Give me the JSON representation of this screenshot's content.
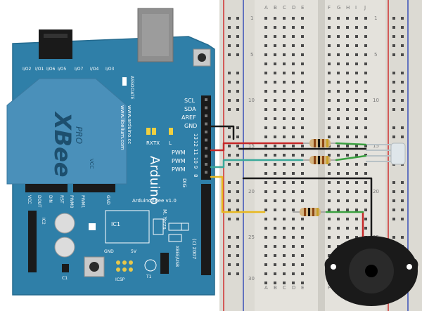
{
  "colors": {
    "board": "#2f7fa8",
    "board_edge": "#246a8e",
    "board_dark": "#1f5d80",
    "breadboard": "#e4e2dc",
    "rail_red": "#d03030",
    "rail_blue": "#3a4fb8",
    "wire_black": "#1a1a1a",
    "wire_red": "#c62828",
    "wire_teal": "#3aa89a",
    "wire_yellow": "#e8b820",
    "wire_green": "#3aa040",
    "led_gray": "#b8c2c6"
  },
  "breadboard": {
    "columns_left": [
      "A",
      "B",
      "C",
      "D",
      "E"
    ],
    "columns_right": [
      "F",
      "G",
      "H",
      "I",
      "J"
    ],
    "row_numbers": [
      "1",
      "5",
      "10",
      "15",
      "20",
      "25",
      "30"
    ]
  },
  "board": {
    "xbee_logo": "XBee",
    "xbee_pro": "PRO",
    "xbee_vcc": "VCC",
    "website": "www.libelium.com",
    "website2": "www.arduino.cc",
    "brand": "Arduino",
    "model": "ArduinoXBee v1.0",
    "author": "M. Yarza",
    "year": "(c) 2007",
    "associate": "ASSOCIATE",
    "pin_labels_right": [
      "SCL",
      "SDA",
      "AREF",
      "GND",
      "PWM",
      "PWM",
      "PWM",
      "DIG"
    ],
    "pin_numbers": [
      "13",
      "12",
      "11",
      "10",
      "9",
      "8"
    ],
    "top_io": [
      "I/O2",
      "I/O1",
      "I/O6",
      "I/O5",
      "I/O7",
      "I/O4",
      "I/O3"
    ],
    "left_io": [
      "VCC",
      "DOUT",
      "DIN",
      "RST",
      "PWM0",
      "PWM1",
      "GND"
    ],
    "tx": "TX",
    "rx": "RX",
    "l": "L",
    "ic1": "IC1",
    "gnd": "GND",
    "five_v": "5V",
    "icsp": "ICSP",
    "xbee_usb": "XBEE/USB",
    "t1": "T1",
    "c1": "C1",
    "ic2": "IC2"
  }
}
